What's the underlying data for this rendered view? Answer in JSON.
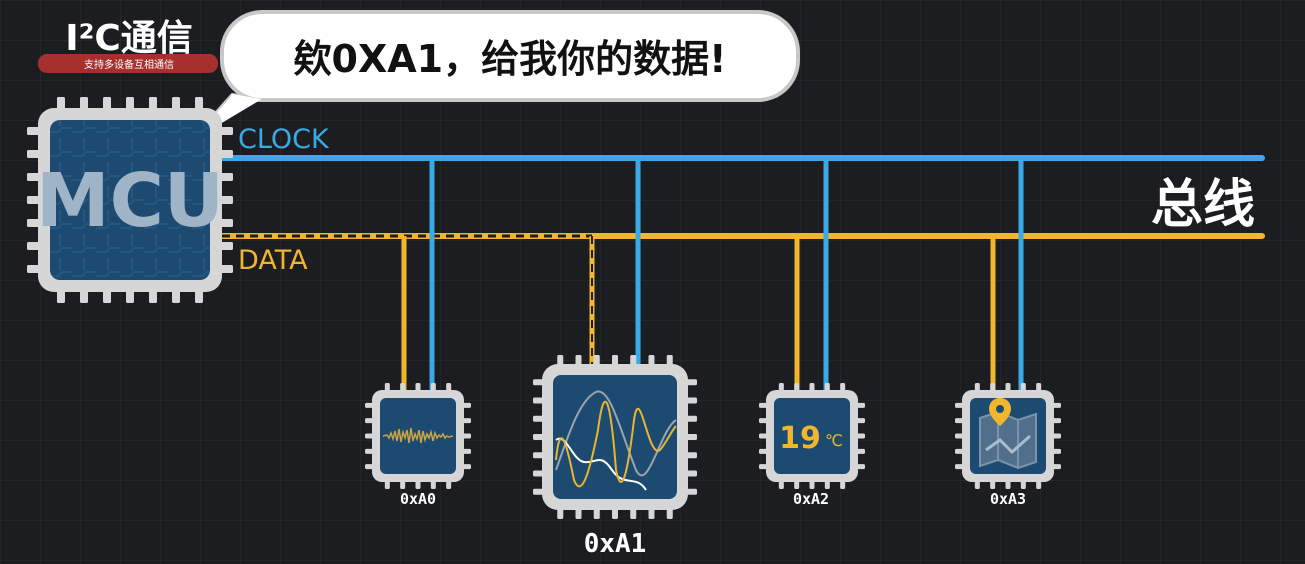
{
  "badge": {
    "title": "I²C通信",
    "subtitle": "支持多设备互相通信"
  },
  "speech": {
    "text": "欸0XA1，给我你的数据!"
  },
  "mcu": {
    "label": "MCU"
  },
  "bus": {
    "clock_label": "CLOCK",
    "data_label": "DATA",
    "bus_label": "总线"
  },
  "devices": [
    {
      "address": "0xA0"
    },
    {
      "address": "0xA1"
    },
    {
      "address": "0xA2",
      "reading": "19",
      "unit": "℃"
    },
    {
      "address": "0xA3"
    }
  ],
  "colors": {
    "clock": "#3aa9e6",
    "data": "#f0b72e",
    "chip_screen": "#1d4a70",
    "chip_frame": "#d6d6d6",
    "background": "#1b1d20",
    "badge_red": "#a7302f"
  },
  "icons": [
    "chip-icon",
    "waveform-icon",
    "chart-icon",
    "thermometer-reading",
    "map-pin-icon"
  ]
}
